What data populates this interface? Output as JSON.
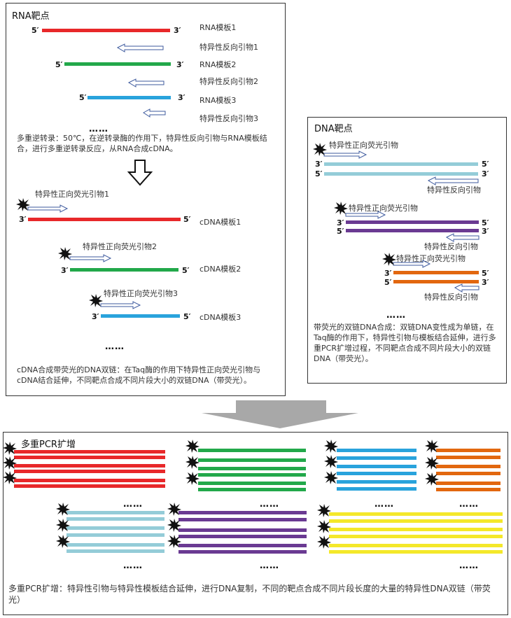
{
  "colors": {
    "red": "#e8282a",
    "green": "#22a84a",
    "blue": "#29a3dc",
    "light_blue": "#94ccd8",
    "purple": "#6a3a92",
    "orange": "#e2670f",
    "yellow": "#f4e82a",
    "arrow_outline": "#3d5a9e",
    "big_arrow": "#a8a8a8"
  },
  "rna_panel": {
    "title": "RNA靶点",
    "templates": [
      {
        "label": "RNA模板1",
        "primer": "特异性反向引物1",
        "left": "5′",
        "right": "3′"
      },
      {
        "label": "RNA模板2",
        "primer": "特异性反向引物2",
        "left": "5′",
        "right": "3′"
      },
      {
        "label": "RNA模板3",
        "primer": "特异性反向引物3",
        "left": "5′",
        "right": "3′"
      }
    ],
    "dots": "……",
    "rt_text": "多重逆转录：50℃，在逆转录酶的作用下，特异性反向引物与RNA模板结合，进行多重逆转录反应，从RNA合成cDNA。",
    "cdna": [
      {
        "primer": "特异性正向荧光引物1",
        "label": "cDNA模板1",
        "left": "3′",
        "right": "5′"
      },
      {
        "primer": "特异性正向荧光引物2",
        "label": "cDNA模板2",
        "left": "3′",
        "right": "5′"
      },
      {
        "primer": "特异性正向荧光引物3",
        "label": "cDNA模板3",
        "left": "3′",
        "right": "5′"
      }
    ],
    "dots2": "……",
    "cdna_text": "cDNA合成带荧光的DNA双链：在Taq酶的作用下特异性正向荧光引物与cDNA结合延伸，不同靶点合成不同片段大小的双链DNA（带荧光）。"
  },
  "dna_panel": {
    "title": "DNA靶点",
    "groups": [
      {
        "fwd": "特异性正向荧光引物",
        "rev": "特异性反向引物",
        "top_left": "3′",
        "top_right": "5′",
        "bottom_left": "5′",
        "bottom_right": "3′"
      },
      {
        "fwd": "特异性正向荧光引物",
        "rev": "特异性反向引物",
        "top_left": "3′",
        "top_right": "5′",
        "bottom_left": "5′",
        "bottom_right": "3′"
      },
      {
        "fwd": "特异性正向荧光引物",
        "rev": "特异性反向引物",
        "top_left": "3′",
        "top_right": "5′",
        "bottom_left": "5′",
        "bottom_right": "3′"
      }
    ],
    "dots": "……",
    "text": "带荧光的双链DNA合成：双链DNA变性成为单链，在Taq酶的作用下，特异性引物与模板结合延伸，进行多重PCR扩增过程，不同靶点合成不同片段大小的双链DNA（带荧光）。"
  },
  "pcr_panel": {
    "title": "多重PCR扩增",
    "dots": "……",
    "text": "多重PCR扩增：特异性引物与特异性模板结合延伸，进行DNA复制，不同的靶点合成不同片段长度的大量的特异性DNA双链（带荧光）"
  }
}
